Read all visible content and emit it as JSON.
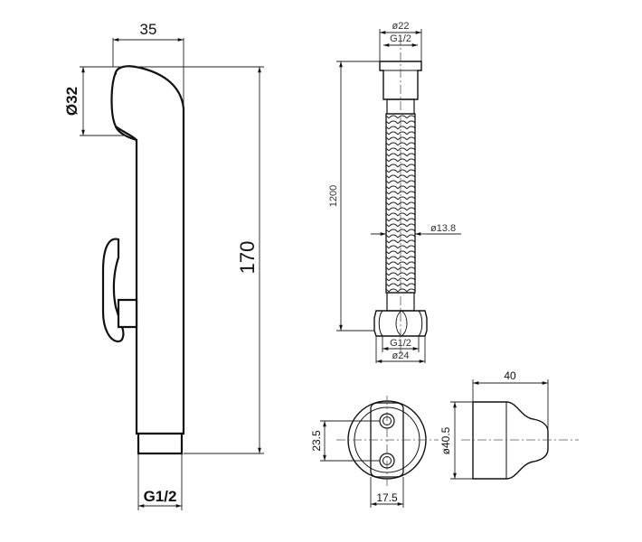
{
  "sprayer": {
    "dim_width": "35",
    "dim_head_dia": "Ø32",
    "dim_height": "170",
    "dim_thread": "G1/2"
  },
  "hose": {
    "dim_top_dia": "ø22",
    "dim_top_thread": "G1/2",
    "dim_length": "1200",
    "dim_hose_dia": "ø13.8",
    "dim_bottom_thread": "G1/2",
    "dim_bottom_dia": "ø24"
  },
  "holder_front": {
    "dim_hole_spacing": "23.5",
    "dim_bottom": "17.5"
  },
  "holder_side": {
    "dim_depth": "40",
    "dim_dia": "ø40.5"
  }
}
